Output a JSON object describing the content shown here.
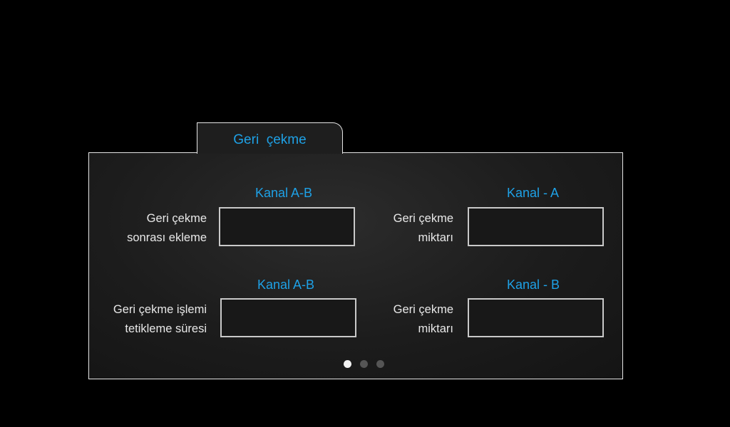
{
  "tab": {
    "title": "Geri  çekme"
  },
  "rows": [
    {
      "channel": "Kanal A-B",
      "label_line1": "Geri çekme",
      "label_line2": "sonrası ekleme",
      "value": ""
    },
    {
      "channel": "Kanal - A",
      "label_line1": "Geri çekme",
      "label_line2": "miktarı",
      "value": ""
    },
    {
      "channel": "Kanal A-B",
      "label_line1": "Geri çekme işlemi",
      "label_line2": "tetikleme süresi",
      "value": ""
    },
    {
      "channel": "Kanal - B",
      "label_line1": "Geri çekme",
      "label_line2": "miktarı",
      "value": ""
    }
  ],
  "pagination": {
    "pages": 3,
    "current": 1
  },
  "colors": {
    "accent": "#1ea1e6",
    "border": "#e6e6e6",
    "field_border": "#c9c9c9",
    "background": "#000000"
  }
}
